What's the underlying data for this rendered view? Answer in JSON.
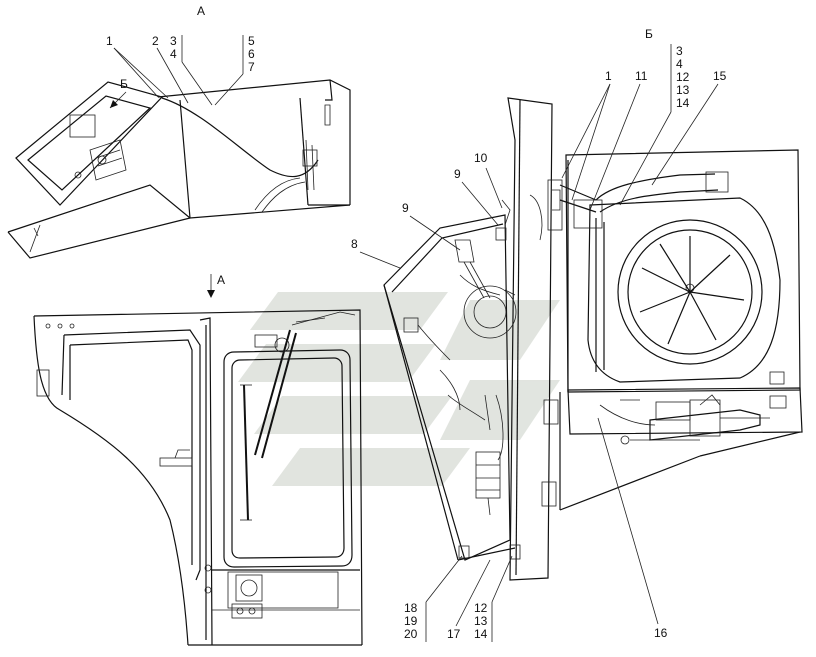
{
  "views": {
    "view_a_title": "А",
    "view_b_title": "Б",
    "arrow_a_label": "А",
    "arrow_b_label": "Б"
  },
  "callouts": {
    "c1_left": "1",
    "c2": "2",
    "grp_34": [
      "3",
      "4"
    ],
    "grp_567": [
      "5",
      "6",
      "7"
    ],
    "grp_right": [
      "3",
      "4",
      "12",
      "13",
      "14"
    ],
    "c1_right": "1",
    "c11": "11",
    "c15": "15",
    "c10": "10",
    "c9a": "9",
    "c9b": "9",
    "c8": "8",
    "grp_bottom_left": [
      "18",
      "19",
      "20"
    ],
    "c17": "17",
    "grp_bottom_mid": [
      "12",
      "13",
      "14"
    ],
    "c16": "16"
  },
  "watermark": {
    "color": "#c9cfc6"
  }
}
